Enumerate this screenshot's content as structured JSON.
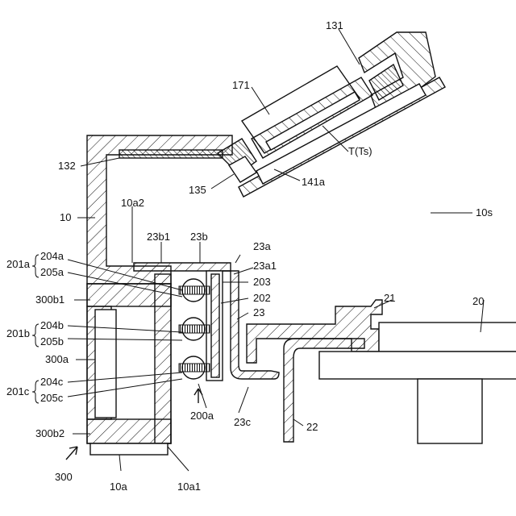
{
  "labels": {
    "l131": "131",
    "l171": "171",
    "l132": "132",
    "l135": "135",
    "l141a": "141a",
    "lTTs": "T(Ts)",
    "l10s": "10s",
    "l10": "10",
    "l10a2": "10a2",
    "l23b1": "23b1",
    "l23b": "23b",
    "l23a": "23a",
    "l23a1": "23a1",
    "l204a": "204a",
    "l205a": "205a",
    "l201a": "201a",
    "l203": "203",
    "l202": "202",
    "l23": "23",
    "l300b1": "300b1",
    "l21": "21",
    "l20": "20",
    "l204b": "204b",
    "l201b": "201b",
    "l205b": "205b",
    "l300a": "300a",
    "l204c": "204c",
    "l201c": "201c",
    "l205c": "205c",
    "l200a": "200a",
    "l23c": "23c",
    "l22": "22",
    "l300b2": "300b2",
    "l300": "300",
    "l10a": "10a",
    "l10a1": "10a1"
  }
}
